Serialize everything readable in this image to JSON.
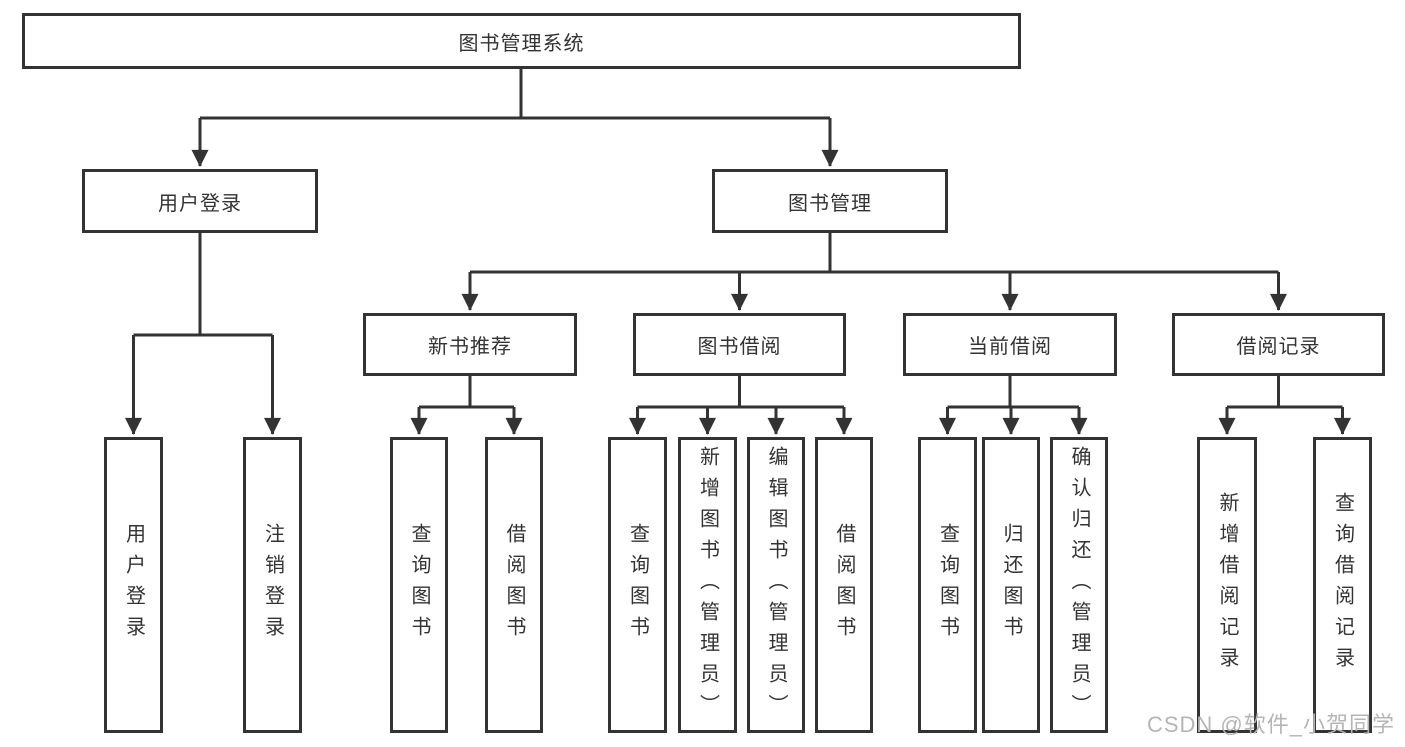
{
  "diagram": {
    "root": {
      "label": "图书管理系统"
    },
    "branches": [
      {
        "label": "用户登录",
        "children": [
          {
            "label": "用户登录"
          },
          {
            "label": "注销登录"
          }
        ]
      },
      {
        "label": "图书管理",
        "children": [
          {
            "label": "新书推荐",
            "children": [
              {
                "label": "查询图书"
              },
              {
                "label": "借阅图书"
              }
            ]
          },
          {
            "label": "图书借阅",
            "children": [
              {
                "label": "查询图书"
              },
              {
                "label": "新增图书（管理员）"
              },
              {
                "label": "编辑图书（管理员）"
              },
              {
                "label": "借阅图书"
              }
            ]
          },
          {
            "label": "当前借阅",
            "children": [
              {
                "label": "查询图书"
              },
              {
                "label": "归还图书"
              },
              {
                "label": "确认归还（管理员）"
              }
            ]
          },
          {
            "label": "借阅记录",
            "children": [
              {
                "label": "新增借阅记录"
              },
              {
                "label": "查询借阅记录"
              }
            ]
          }
        ]
      }
    ],
    "colors": {
      "line": "#333333",
      "text": "#333333",
      "background": "#ffffff",
      "watermark": "#b5b5b5"
    }
  },
  "watermark": {
    "text": "CSDN @软件_小贺同学"
  }
}
